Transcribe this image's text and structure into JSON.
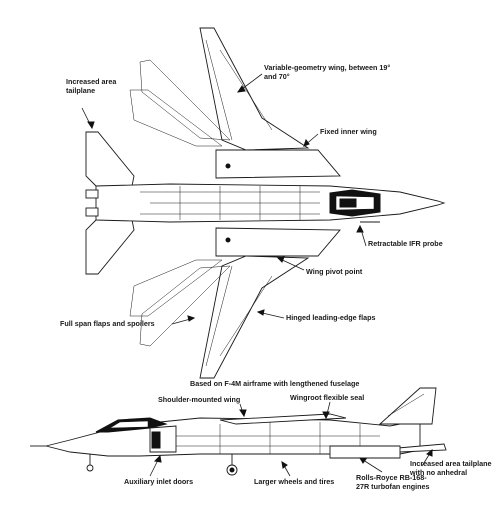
{
  "top_view_labels": {
    "increased_area_tailplane": "Increased area tailplane",
    "variable_geometry_wing": "Variable-geometry wing, between 19° and 70°",
    "fixed_inner_wing": "Fixed inner wing",
    "retractable_ifr_probe": "Retractable IFR probe",
    "wing_pivot_point": "Wing pivot point",
    "hinged_leading_edge_flaps": "Hinged leading-edge flaps",
    "full_span_flaps": "Full span flaps and spoilers"
  },
  "side_view_labels": {
    "airframe_note": "Based on F-4M airframe with lengthened fuselage",
    "shoulder_mounted_wing": "Shoulder-mounted wing",
    "wingroot_seal": "Wingroot flexible seal",
    "auxiliary_inlet_doors": "Auxiliary inlet doors",
    "larger_wheels": "Larger wheels and tires",
    "engines": "Rolls-Royce RB-168-27R turbofan engines",
    "tailplane_no_anhedral": "Increased area tailplane with no anhedral"
  }
}
